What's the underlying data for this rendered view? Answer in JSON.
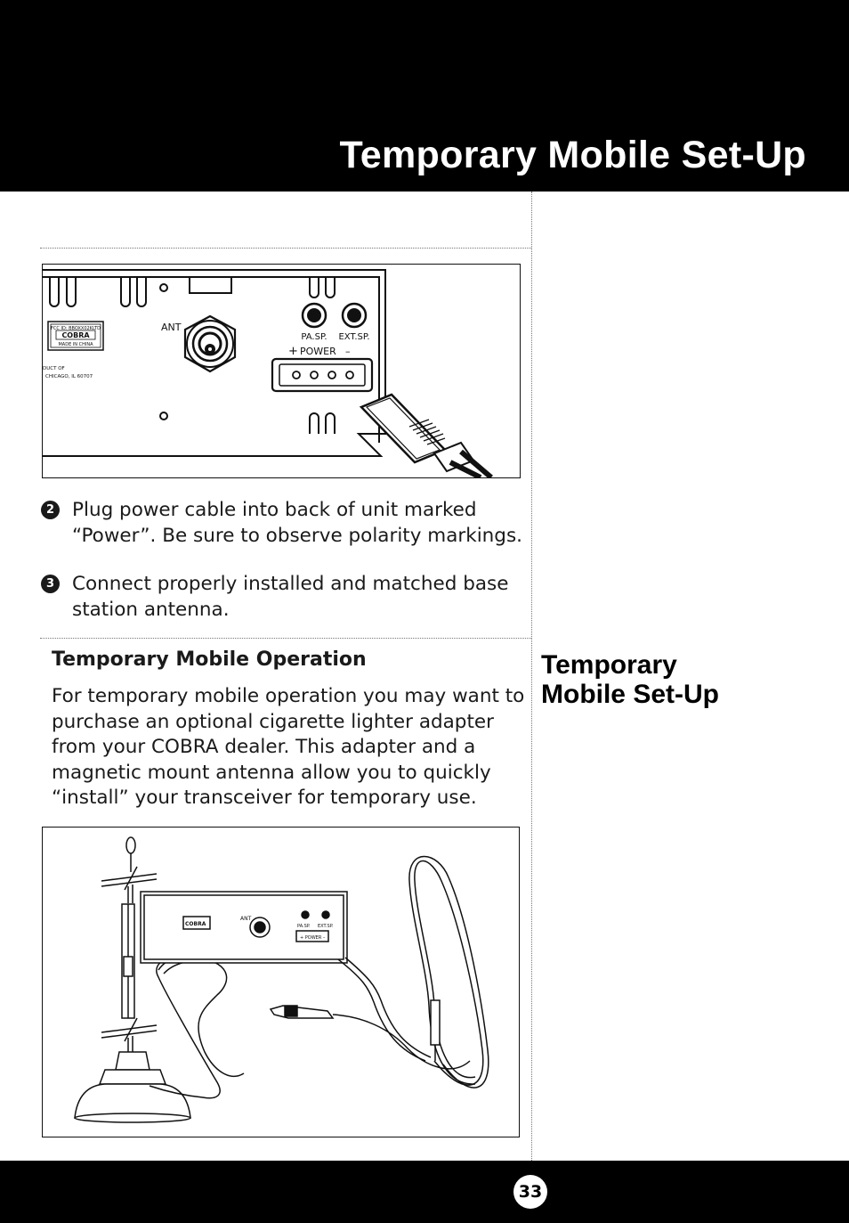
{
  "header": {
    "title": "Temporary Mobile Set-Up"
  },
  "figure1": {
    "labels": {
      "fcc": "FCC ID: BBOXX02KLTD",
      "brand": "COBRA",
      "made": "MADE IN CHINA",
      "product_of": "DUCT OF",
      "city": "CHICAGO, IL 60707",
      "ant": "ANT",
      "pa": "PA.SP.",
      "ext": "EXT.SP.",
      "plus": "+",
      "power": "POWER",
      "minus": "–"
    }
  },
  "steps": [
    {
      "number": "2",
      "text": "Plug power cable into back of unit marked “Power”.  Be sure to observe polarity markings."
    },
    {
      "number": "3",
      "text": "Connect properly installed and matched base station antenna."
    }
  ],
  "section": {
    "title": "Temporary Mobile Operation",
    "body": "For temporary mobile operation you may want to purchase an optional cigarette lighter adapter from your COBRA dealer. This adapter and a magnetic mount antenna allow you to quickly “install” your transceiver for temporary use."
  },
  "figure2": {
    "labels": {
      "brand": "COBRA",
      "ant": "ANT",
      "pa": "PA.SP.",
      "ext": "EXT.SP.",
      "power": "+ POWER –"
    }
  },
  "sidebar": {
    "title_line1": "Temporary",
    "title_line2": "Mobile Set-Up"
  },
  "footer": {
    "page_number": "33"
  }
}
